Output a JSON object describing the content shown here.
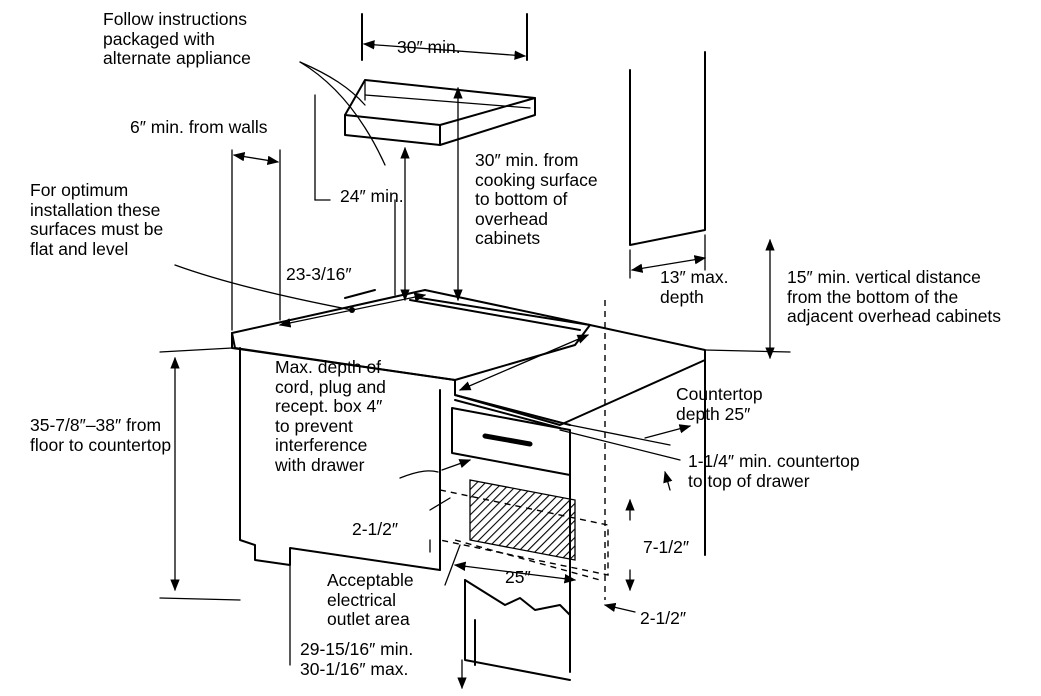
{
  "labels": {
    "follow_instructions": "Follow instructions\npackaged with\nalternate appliance",
    "hood_width": "30″ min.",
    "min_from_walls": "6″ min. from walls",
    "hood_height": "24″ min.",
    "cabinet_clearance": "30″ min. from\ncooking surface\nto bottom of\noverhead\ncabinets",
    "flat_level": "For optimum\ninstallation these\nsurfaces must be\nflat and level",
    "cutout_width": "23-3/16″",
    "max_depth_cabinet": "13″ max.\ndepth",
    "vertical_distance": "15″ min. vertical distance\nfrom the bottom of the\nadjacent overhead cabinets",
    "cord_depth": "Max. depth of\ncord, plug and\nrecept. box 4″\nto prevent\ninterference\nwith drawer",
    "floor_to_countertop": "35-7/8″–38″ from\nfloor to countertop",
    "countertop_depth": "Countertop\ndepth 25″",
    "drawer_clearance": "1-1/4″ min. countertop\nto top of drawer",
    "left_offset": "2-1/2″",
    "outlet_height": "7-1/2″",
    "outlet_width": "25″",
    "outlet_area": "Acceptable\nelectrical\noutlet area",
    "right_offset": "2-1/2″",
    "cabinet_width": "29-15/16″ min.\n30-1/16″ max."
  }
}
